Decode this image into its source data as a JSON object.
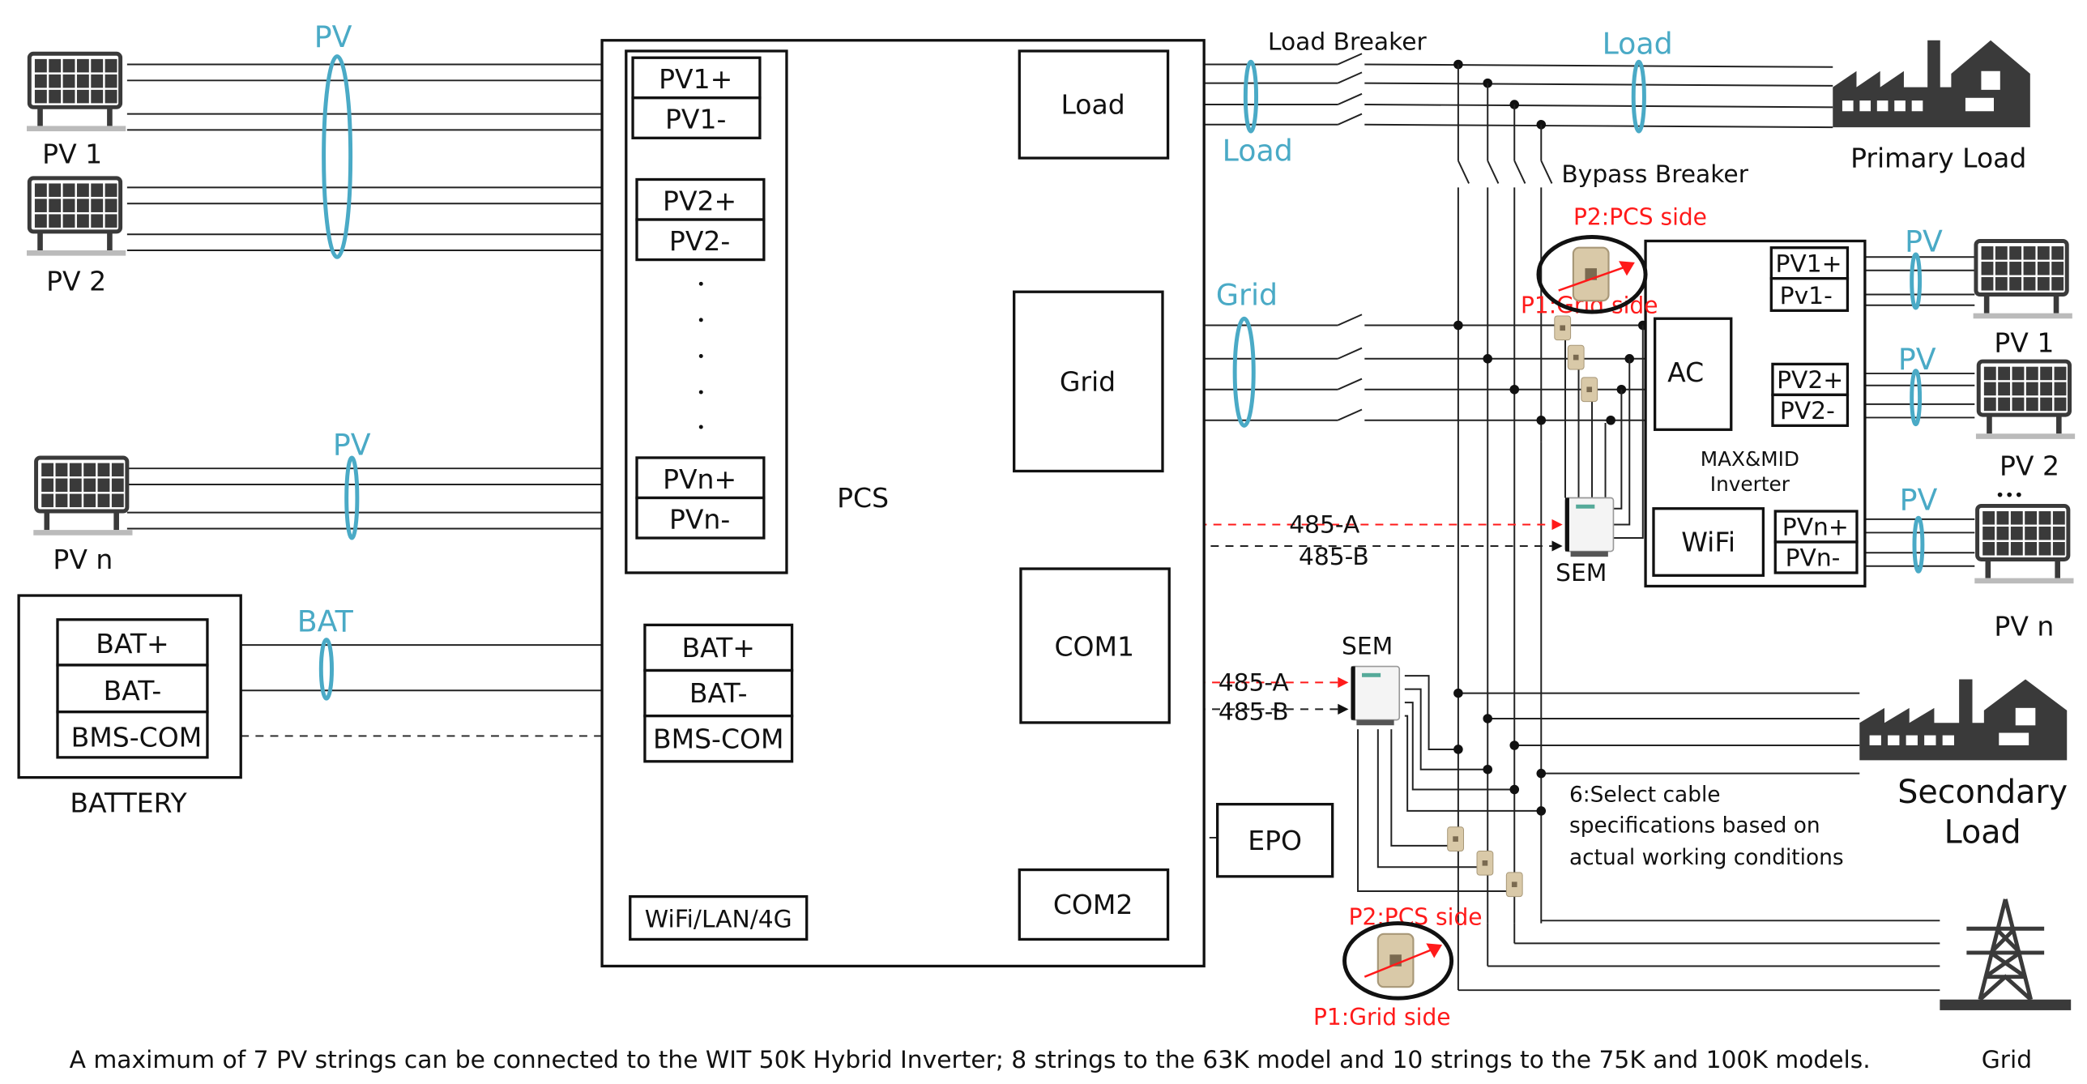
{
  "pcs": {
    "label": "PCS",
    "pv_terminals": [
      "PV1+",
      "PV1-",
      "PV2+",
      "PV2-",
      "PVn+",
      "PVn-"
    ],
    "load": "Load",
    "grid": "Grid",
    "com1": "COM1",
    "com2": "COM2",
    "epo": "EPO",
    "wifi": "WiFi/LAN/4G",
    "bat_terminals": [
      "BAT+",
      "BAT-",
      "BMS-COM"
    ]
  },
  "left_pv": {
    "panels": [
      "PV 1",
      "PV 2",
      "PV n"
    ],
    "bundle_labels": [
      "PV",
      "PV"
    ]
  },
  "battery": {
    "label": "BATTERY",
    "terminals": [
      "BAT+",
      "BAT-",
      "BMS-COM"
    ],
    "bundle_label": "BAT"
  },
  "load_side": {
    "breaker_label": "Load Breaker",
    "bundle_left": "Load",
    "bundle_right": "Load",
    "bypass_label": "Bypass Breaker",
    "primary_load": "Primary Load"
  },
  "grid_side": {
    "bundle_label": "Grid"
  },
  "inverter": {
    "ac": "AC",
    "name_line1": "MAX&MID",
    "name_line2": "Inverter",
    "wifi": "WiFi",
    "terminals": [
      "PV1+",
      "Pv1-",
      "PV2+",
      "PV2-",
      "PVn+",
      "PVn-"
    ],
    "pv_labels": [
      "PV",
      "PV",
      "PV"
    ],
    "panels": [
      "PV 1",
      "PV 2",
      "PV n"
    ],
    "more": "•••"
  },
  "comm": {
    "a": "485-A",
    "b": "485-B",
    "a2": "485-A",
    "b2": "485-B",
    "sem_top": "SEM",
    "sem_bottom": "SEM"
  },
  "ct_top": {
    "p2": "P2:PCS side",
    "p1": "P1:Grid side"
  },
  "ct_bottom": {
    "p2": "P2:PCS side",
    "p1": "P1:Grid side"
  },
  "secondary_load": {
    "line1": "Secondary",
    "line2": "Load"
  },
  "note": {
    "line1": "6:Select cable",
    "line2": "specifications based on",
    "line3": "actual working conditions"
  },
  "grid_label": "Grid",
  "footer": "A maximum of 7 PV strings can be connected to the WIT 50K Hybrid Inverter; 8 strings to the 63K model and 10 strings to the 75K and 100K models.",
  "colors": {
    "bundle": "#4aaac6",
    "ct_label": "#ff1a1a",
    "icon": "#3a3a3a"
  }
}
